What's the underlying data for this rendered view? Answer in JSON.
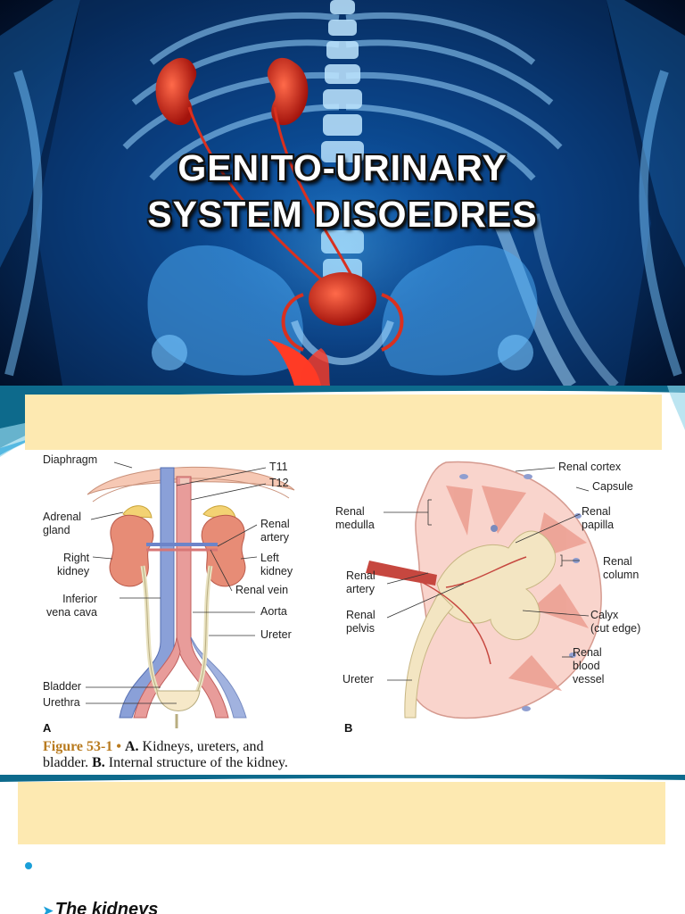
{
  "slide1": {
    "title_line1": "GENITO-URINARY",
    "title_line2": "SYSTEM DISOEDRES"
  },
  "slide2": {
    "figure": {
      "labels_a": {
        "diaphragm": "Diaphragm",
        "t11": "T11",
        "t12": "T12",
        "adrenal_gland": "Adrenal\ngland",
        "renal_artery": "Renal\nartery",
        "right_kidney": "Right\nkidney",
        "left_kidney": "Left\nkidney",
        "renal_vein": "Renal vein",
        "inferior_vena_cava": "Inferior\nvena cava",
        "aorta": "Aorta",
        "ureter": "Ureter",
        "bladder": "Bladder",
        "urethra": "Urethra"
      },
      "labels_b": {
        "renal_cortex": "Renal cortex",
        "capsule": "Capsule",
        "renal_medulla": "Renal\nmedulla",
        "renal_papilla": "Renal\npapilla",
        "renal_column": "Renal\ncolumn",
        "renal_artery": "Renal\nartery",
        "renal_pelvis": "Renal\npelvis",
        "calyx": "Calyx\n(cut edge)",
        "renal_blood_vessel": "Renal\nblood\nvessel",
        "ureter": "Ureter"
      },
      "panel_a": "A",
      "panel_b": "B",
      "caption_fig": "Figure 53-1 •",
      "caption_a": "A.",
      "caption_text1": " Kidneys, ureters, and",
      "caption_text2": "bladder. ",
      "caption_b": "B.",
      "caption_text3": " Internal structure of the kidney."
    }
  },
  "slide3": {
    "sub_bullet": "The kidneys"
  },
  "colors": {
    "accent_blue": "#1a9fd8",
    "yellow_box": "#fde9b1",
    "caption_figure": "#b87a1e"
  }
}
